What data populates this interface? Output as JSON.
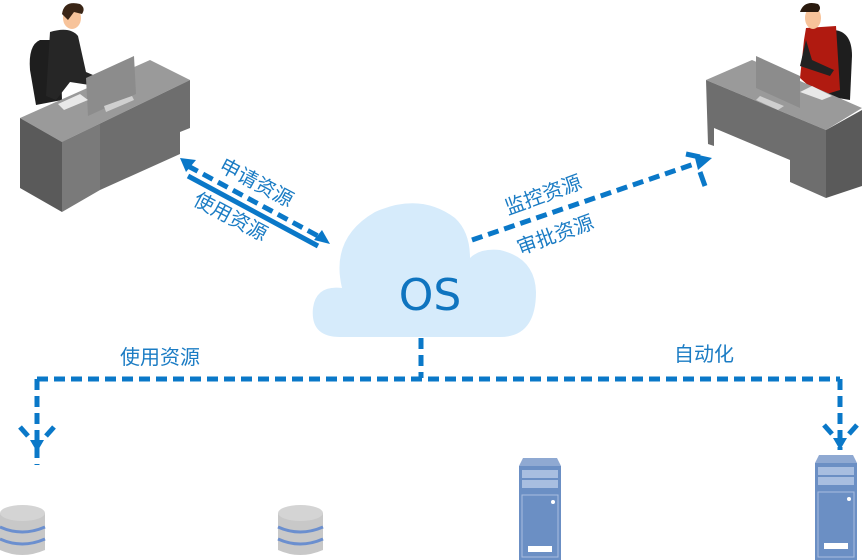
{
  "diagram": {
    "center_node": {
      "label": "OS",
      "shape": "cloud",
      "fill": "#d6ebfb",
      "text_color": "#0f74bf"
    },
    "edges": [
      {
        "id": "left-user",
        "labels": [
          "申请资源",
          "使用资源"
        ],
        "direction": "bidirectional",
        "from": "user-left",
        "to": "OS"
      },
      {
        "id": "right-user",
        "labels": [
          "监控资源",
          "审批资源"
        ],
        "direction": "OS-to-admin",
        "from": "OS",
        "to": "user-right"
      },
      {
        "id": "bottom-left",
        "label": "使用资源",
        "from": "OS",
        "to": "database-1"
      },
      {
        "id": "bottom-right",
        "label": "自动化",
        "from": "OS",
        "to": "server-2"
      }
    ],
    "nodes": [
      {
        "id": "user-left",
        "type": "user-at-desk",
        "shirt": "#222222"
      },
      {
        "id": "user-right",
        "type": "admin-at-desk",
        "shirt": "#b01a10"
      },
      {
        "id": "database-1",
        "type": "database"
      },
      {
        "id": "database-2",
        "type": "database"
      },
      {
        "id": "server-1",
        "type": "server"
      },
      {
        "id": "server-2",
        "type": "server"
      }
    ],
    "colors": {
      "arrow": "#0a78c8",
      "label": "#1b7cc4",
      "desk": "#7a7a7a",
      "server": "#6b8fc4",
      "database": "#c8c8c8"
    }
  }
}
